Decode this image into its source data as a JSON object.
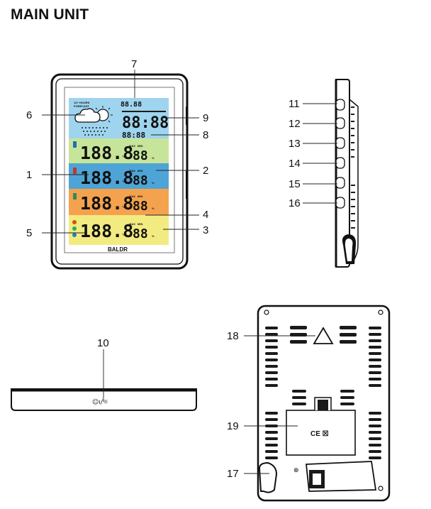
{
  "heading": "MAIN UNIT",
  "front_panel": {
    "forecast_caption_line1": "12+ HOURS",
    "forecast_caption_line2": "FORECAST",
    "main_temp": "188.8",
    "main_humidity": "88",
    "time_display": "88:88",
    "date_display": "88:88",
    "small_display": "88.88",
    "unit_celsius": "°C",
    "unit_percent": "%",
    "max_label": "MAX",
    "min_label": "MIN",
    "brand": "BALDR"
  },
  "side_view_labels": {
    "bottom_icon_text": "☺ı/☼"
  },
  "rear_panel": {
    "certification_marks": "CE ☒"
  },
  "callouts": [
    "1",
    "2",
    "3",
    "4",
    "5",
    "6",
    "7",
    "8",
    "9",
    "10",
    "11",
    "12",
    "13",
    "14",
    "15",
    "16",
    "17",
    "18",
    "19"
  ]
}
